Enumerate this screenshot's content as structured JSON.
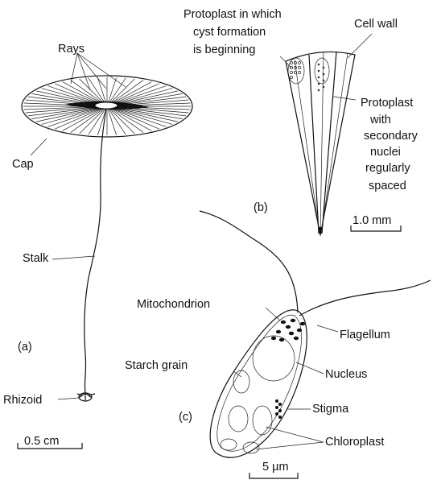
{
  "panel_a": {
    "panel_label": "(a)",
    "labels": {
      "rays": "Rays",
      "cap": "Cap",
      "stalk": "Stalk",
      "rhizoid": "Rhizoid"
    },
    "scale_bar": "0.5 cm"
  },
  "panel_b": {
    "panel_label": "(b)",
    "labels": {
      "protoplast_cyst": [
        "Protoplast in which",
        "cyst formation",
        "is beginning"
      ],
      "cell_wall": "Cell wall",
      "protoplast_nuclei": [
        "Protoplast",
        "with",
        "secondary",
        "nuclei",
        "regularly",
        "spaced"
      ]
    },
    "scale_bar": "1.0 mm"
  },
  "panel_c": {
    "panel_label": "(c)",
    "labels": {
      "mitochondrion": "Mitochondrion",
      "flagellum": "Flagellum",
      "starch_grain": "Starch grain",
      "nucleus": "Nucleus",
      "stigma": "Stigma",
      "chloroplast": "Chloroplast"
    },
    "scale_bar": "5 µm"
  }
}
